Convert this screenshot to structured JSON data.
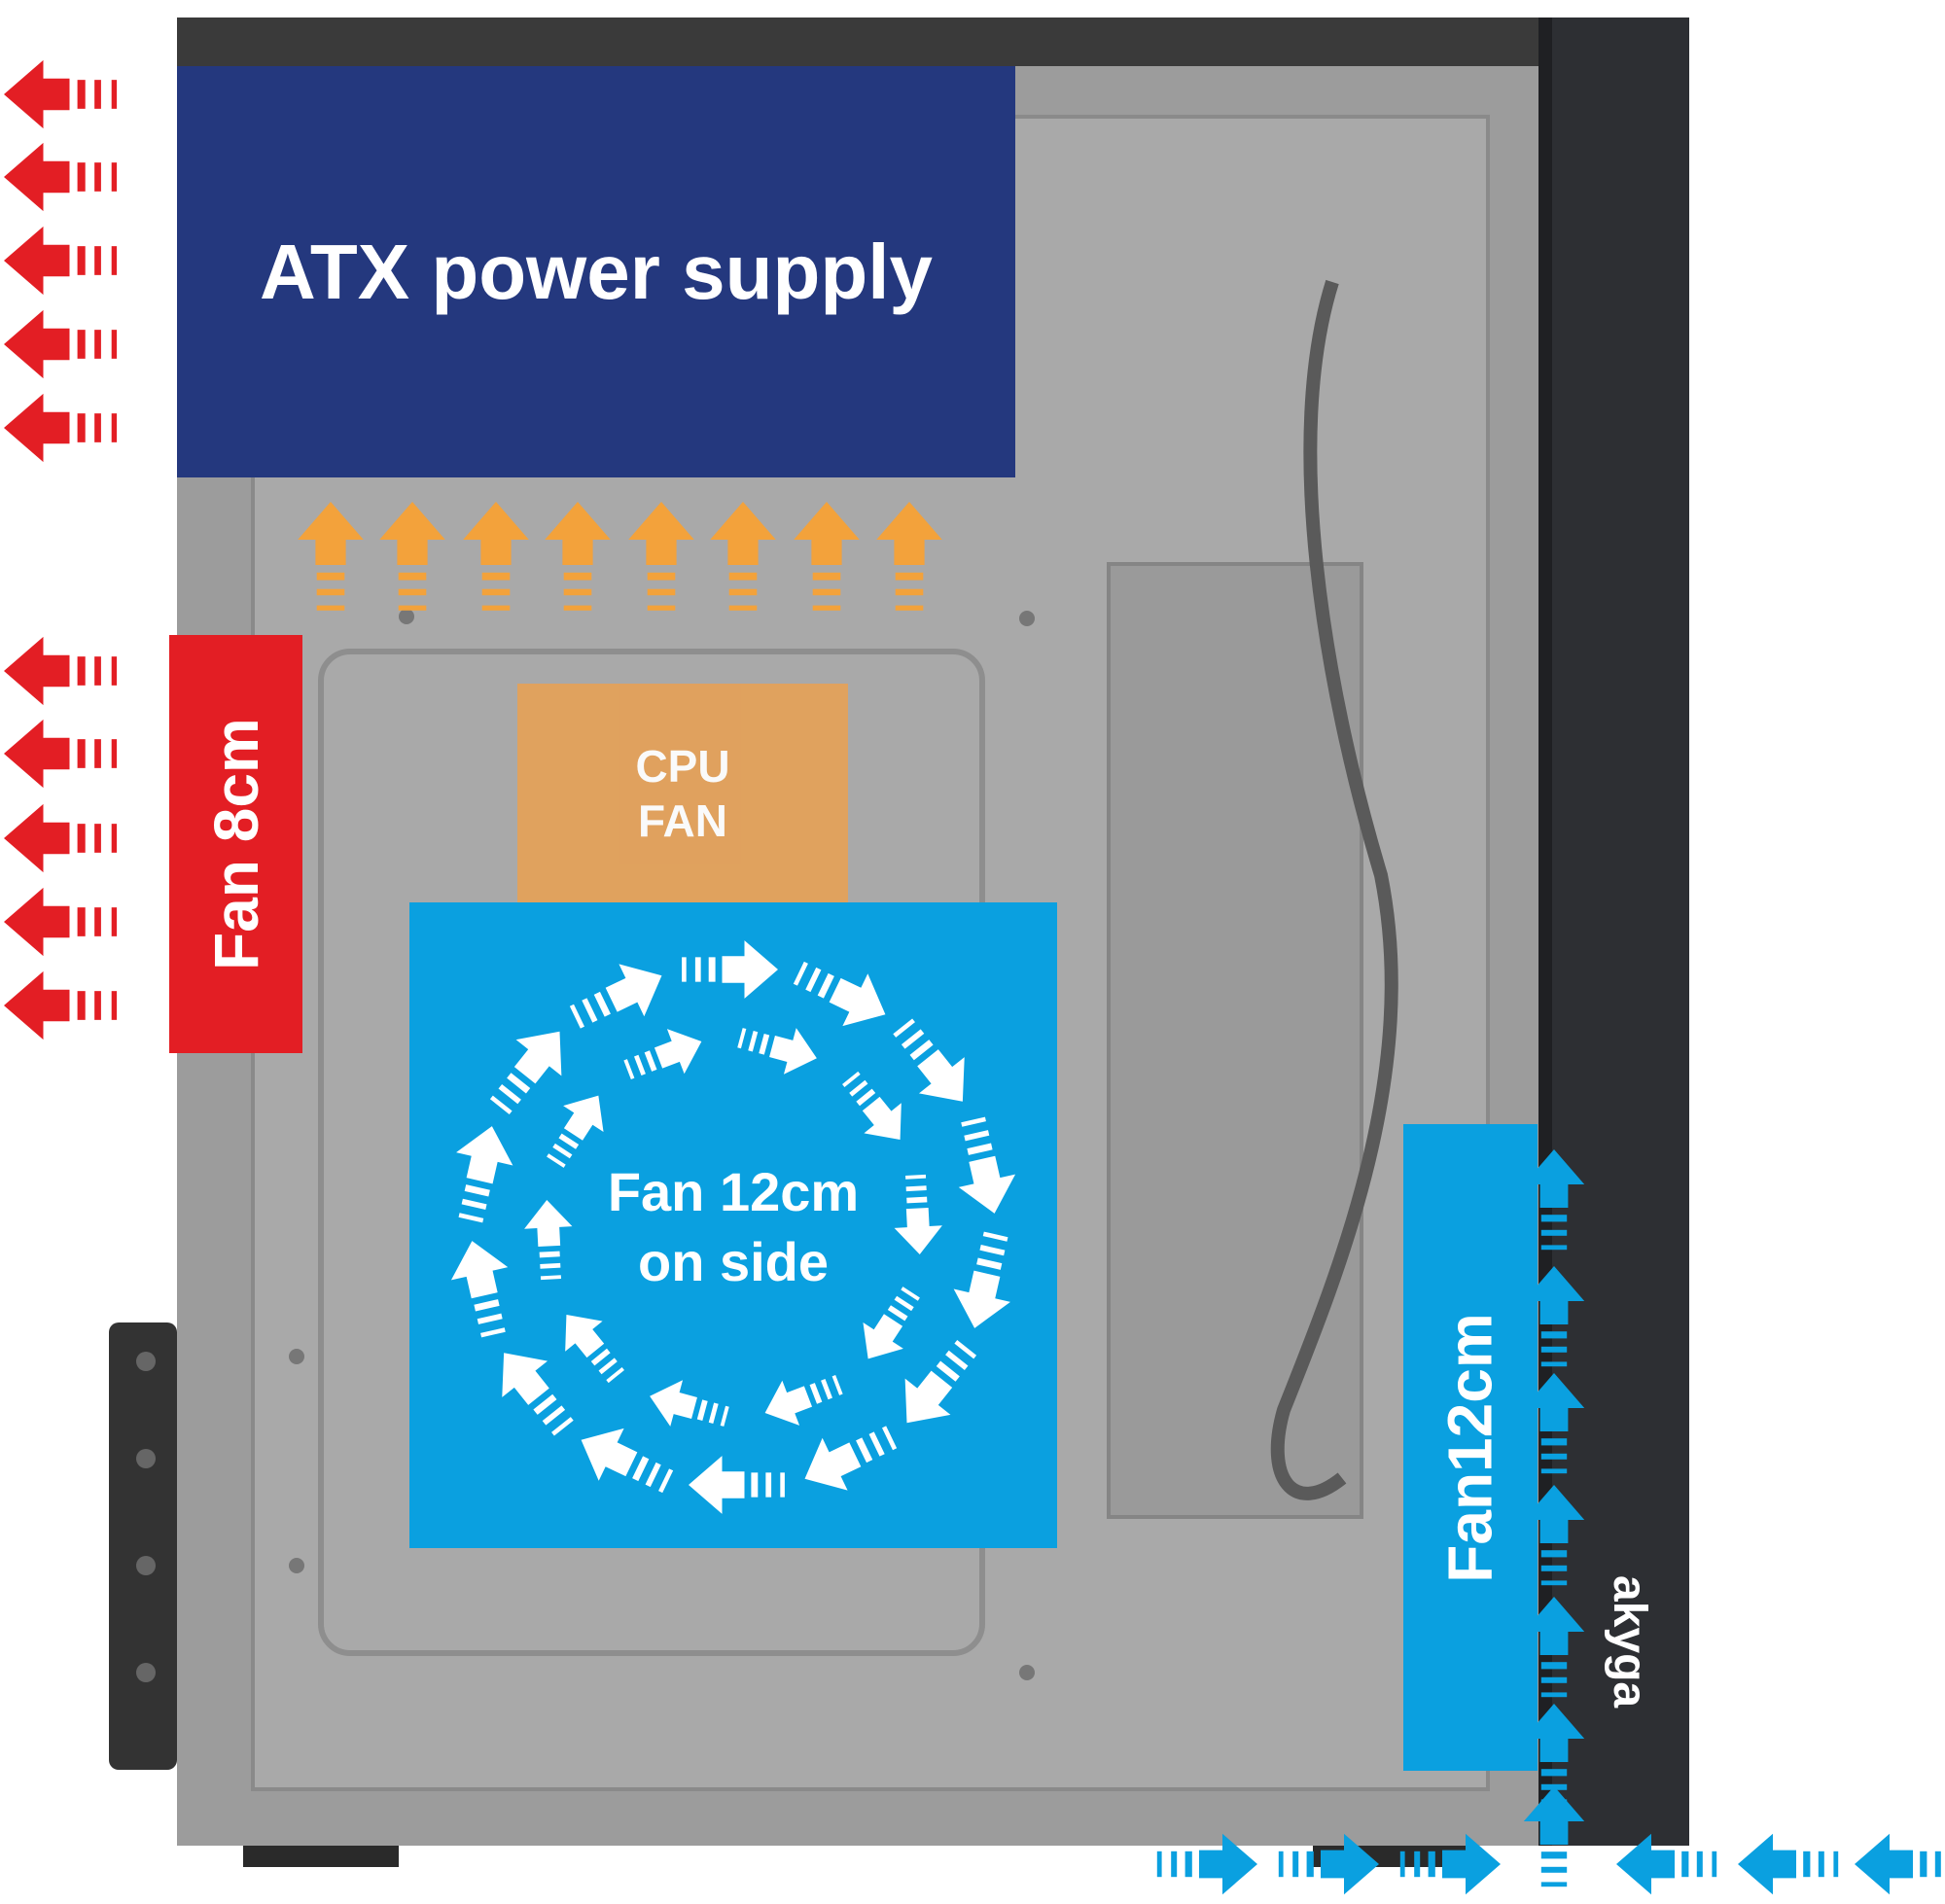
{
  "labels": {
    "psu": "ATX power supply",
    "fan_rear": "Fan 8cm",
    "cpu_fan_line1": "CPU",
    "cpu_fan_line2": "FAN",
    "side_fan_line1": "Fan 12cm",
    "side_fan_line2": "on side",
    "front_fan": "Fan12cm",
    "brand": "akyga"
  },
  "colors": {
    "psu": "#24387e",
    "exhaust": "#e31e24",
    "intake": "#0aa0e0",
    "cpu": "#e3a15a",
    "airflow_up": "#f3a23b",
    "case_panel": "#a7a7a7",
    "case_front": "#2d2f33"
  },
  "icons": {
    "exhaust_arrow": "arrow-left-icon",
    "psu_intake_arrow": "arrow-up-icon",
    "front_intake_arrow": "arrow-up-icon",
    "bottom_arrow_right": "arrow-right-icon",
    "bottom_arrow_left": "arrow-left-icon",
    "swirl_arrow": "curved-arrow-icon"
  }
}
